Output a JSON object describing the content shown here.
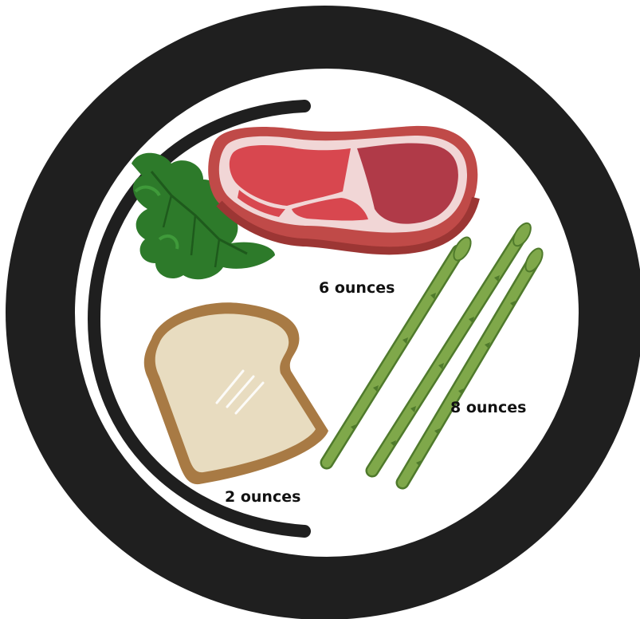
{
  "labels": {
    "meat": "6 ounces",
    "asparagus": "8 ounces",
    "bread": "2 ounces"
  },
  "icons": [
    "plate-icon",
    "steak-icon",
    "parsley-icon",
    "bread-slice-icon",
    "asparagus-icon"
  ],
  "colors": {
    "plate_rim": "#1f1f1f",
    "plate_center": "#ffffff",
    "steak_fat": "#c04a48",
    "steak_lean": "#d8474f",
    "steak_dark": "#b03a48",
    "steak_marbling": "#f1d6d6",
    "parsley": "#2d7a2a",
    "bread_crust": "#a87a44",
    "bread_crumb": "#e8dcc0",
    "asparagus": "#7fa84a",
    "asparagus_dark": "#4f7a2c"
  }
}
